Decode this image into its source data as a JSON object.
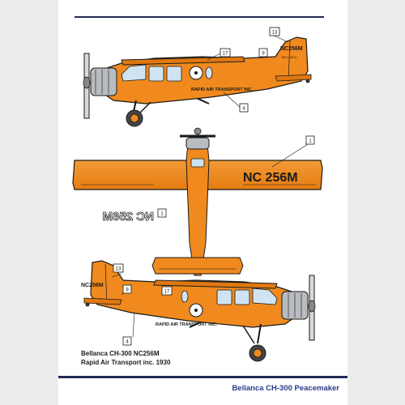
{
  "registration": "NC256M",
  "registration_spaced": "NC 256M",
  "airline_name": "RAPID AIR TRANSPORT INC.",
  "tail_small_text": "BELLANCA",
  "callouts": {
    "c1": "1",
    "c4": "4",
    "c9": "9",
    "c13": "13",
    "c17": "17"
  },
  "caption": {
    "line1": "Bellanca CH-300  NC256M",
    "line2": "Rapid Air Transport inc. 1930"
  },
  "footer_title": "Bellanca CH-300 Peacemaker",
  "colors": {
    "fuselage_orange": "#f08a1e",
    "outline": "#1a1a1a",
    "accent_blue": "#222a55",
    "window_blue": "#cfe3f2"
  }
}
